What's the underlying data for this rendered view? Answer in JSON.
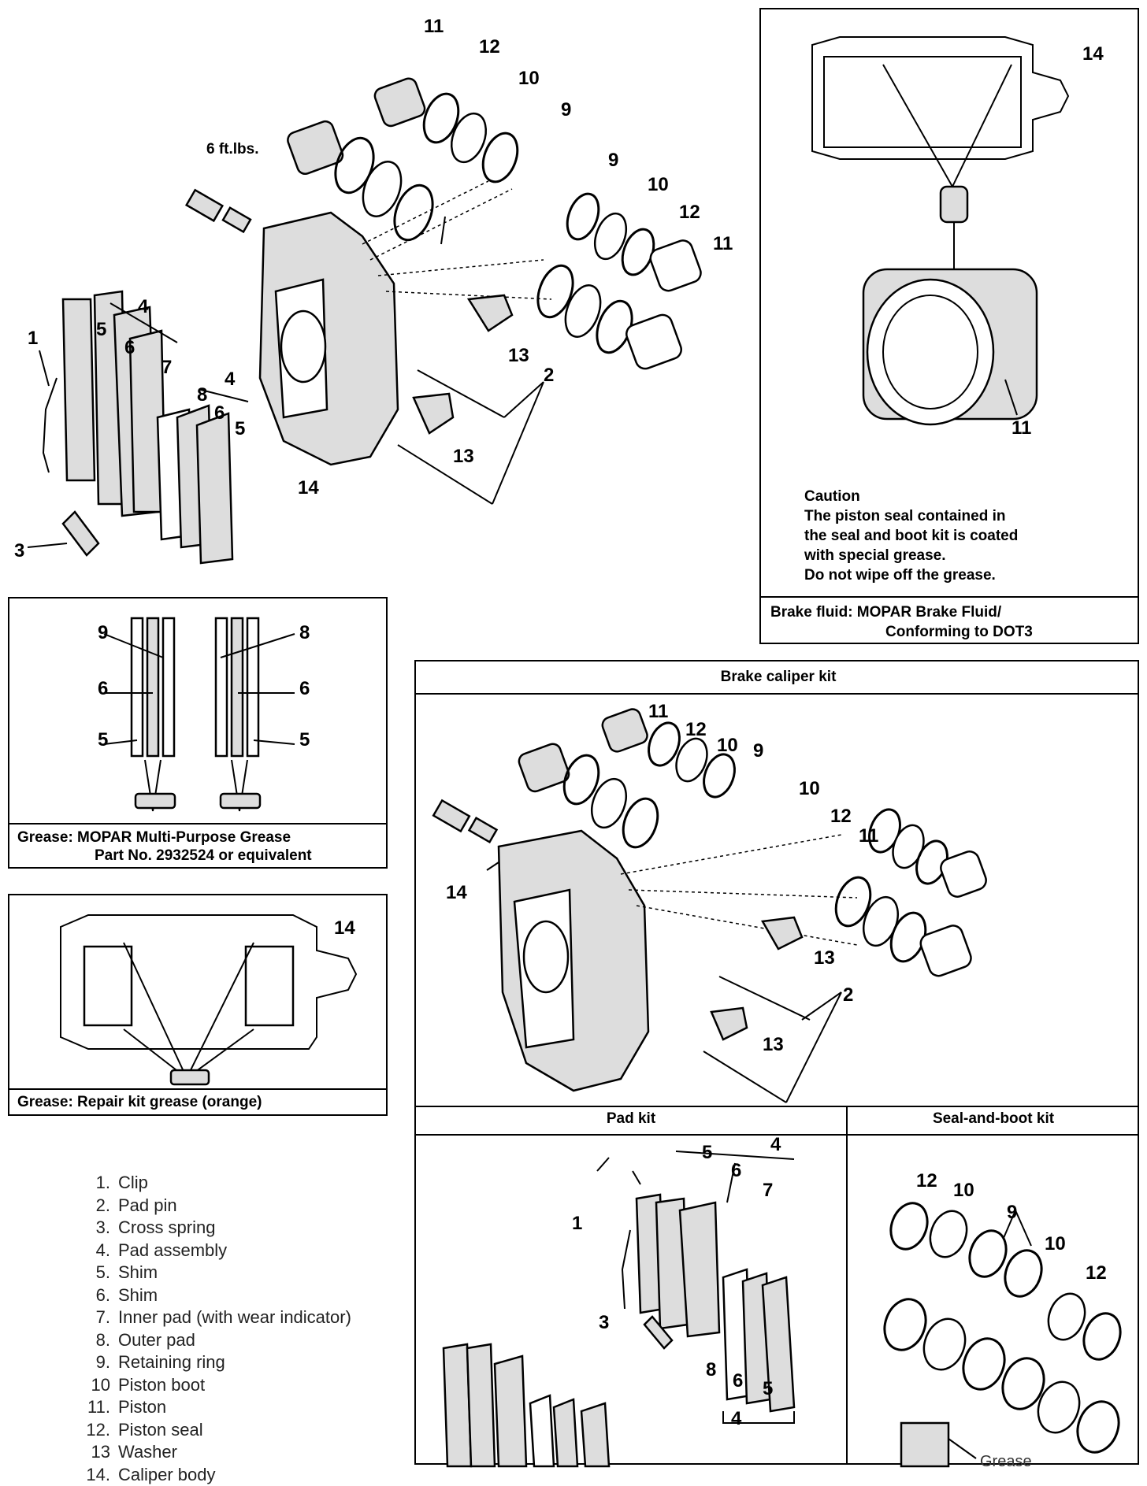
{
  "main_figure": {
    "torque": "6 ft.lbs.",
    "labels": [
      "1",
      "2",
      "3",
      "4",
      "4",
      "5",
      "5",
      "6",
      "6",
      "7",
      "8",
      "9",
      "9",
      "10",
      "10",
      "11",
      "11",
      "12",
      "12",
      "13",
      "13",
      "14"
    ]
  },
  "piston_detail": {
    "labels": [
      "14",
      "11"
    ],
    "caution_title": "Caution",
    "caution_lines": [
      "The piston seal contained in",
      "the seal and boot kit is coated",
      "with special grease.",
      "Do not wipe off the grease."
    ],
    "fluid_line1": "Brake fluid:  MOPAR Brake Fluid/",
    "fluid_line2": "Conforming to DOT3"
  },
  "shim_grease": {
    "left_labels": [
      "9",
      "6",
      "5"
    ],
    "right_labels": [
      "8",
      "6",
      "5"
    ],
    "caption_line1": "Grease:  MOPAR Multi-Purpose Grease",
    "caption_line2": "Part No. 2932524 or equivalent"
  },
  "repair_grease": {
    "label": "14",
    "caption": "Grease:  Repair kit grease (orange)"
  },
  "kits": {
    "caliper_title": "Brake caliper kit",
    "pad_title": "Pad kit",
    "seal_title": "Seal-and-boot kit",
    "caliper_labels": [
      "11",
      "12",
      "10",
      "9",
      "10",
      "12",
      "11",
      "14",
      "13",
      "2",
      "13"
    ],
    "pad_labels": [
      "5",
      "4",
      "6",
      "7",
      "1",
      "3",
      "8",
      "6",
      "5",
      "4"
    ],
    "seal_labels": [
      "12",
      "10",
      "9",
      "10",
      "12"
    ],
    "grease_label": "Grease"
  },
  "legend": [
    {
      "n": "1.",
      "t": "Clip"
    },
    {
      "n": "2.",
      "t": "Pad pin"
    },
    {
      "n": "3.",
      "t": "Cross spring"
    },
    {
      "n": "4.",
      "t": "Pad assembly"
    },
    {
      "n": "5.",
      "t": "Shim"
    },
    {
      "n": "6.",
      "t": "Shim"
    },
    {
      "n": "7.",
      "t": "Inner pad (with wear indicator)"
    },
    {
      "n": "8.",
      "t": "Outer pad"
    },
    {
      "n": "9.",
      "t": "Retaining ring"
    },
    {
      "n": "10",
      "t": "Piston boot"
    },
    {
      "n": "11.",
      "t": "Piston"
    },
    {
      "n": "12.",
      "t": "Piston seal"
    },
    {
      "n": "13",
      "t": "Washer"
    },
    {
      "n": "14.",
      "t": "Caliper body"
    }
  ]
}
